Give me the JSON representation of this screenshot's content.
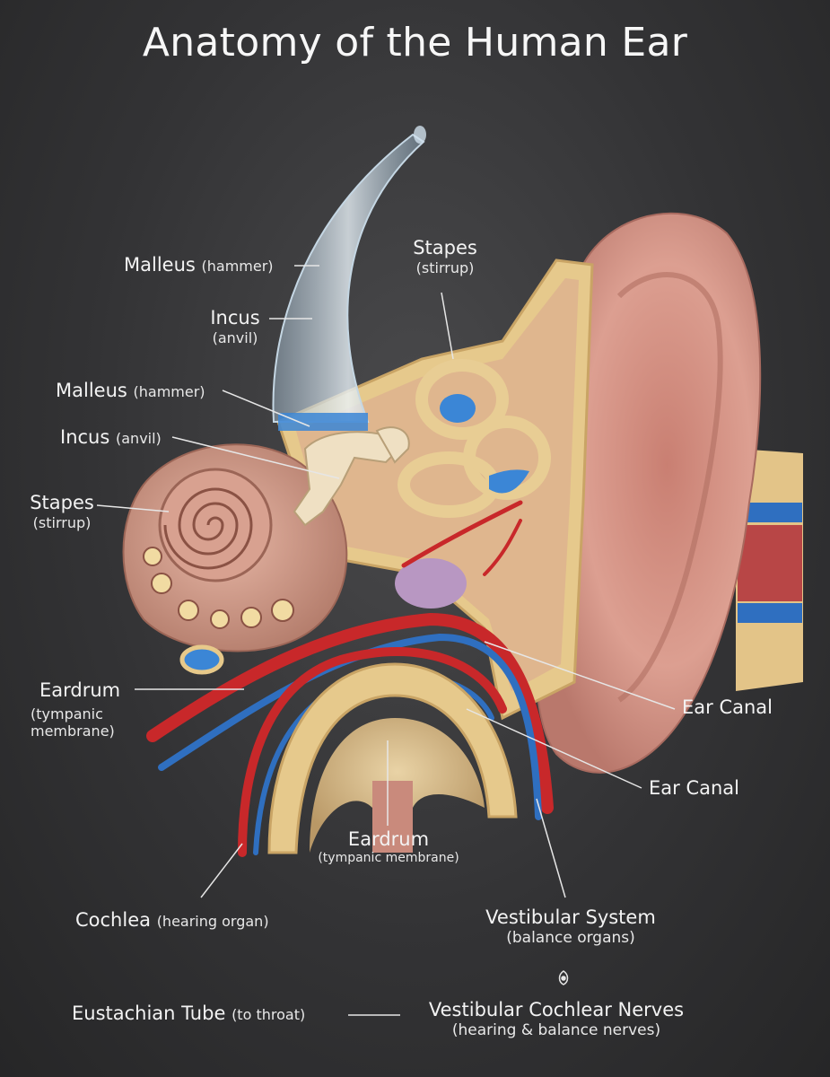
{
  "title": "Anatomy of the Human Ear",
  "labels": {
    "malleus_top": {
      "name": "Malleus",
      "sub": "(hammer)"
    },
    "incus_top": {
      "name": "Incus",
      "sub": "(anvil)"
    },
    "stapes_top": {
      "name": "Stapes",
      "sub": "(stirrup)"
    },
    "malleus_mid": {
      "name": "Malleus",
      "sub": "(hammer)"
    },
    "incus_mid": {
      "name": "Incus",
      "sub": "(anvil)"
    },
    "stapes_left": {
      "name": "Stapes",
      "sub": "(stirrup)"
    },
    "eardrum_left": {
      "name": "Eardrum",
      "sub1": "(tympanic",
      "sub2": "membrane)"
    },
    "ear_canal_1": {
      "name": "Ear Canal"
    },
    "ear_canal_2": {
      "name": "Ear Canal"
    },
    "eardrum_center": {
      "name": "Eardrum",
      "sub": "(tympanic membrane)"
    },
    "cochlea": {
      "name": "Cochlea",
      "sub": "(hearing organ)"
    },
    "vestibular_system": {
      "name": "Vestibular System",
      "sub": "(balance organs)"
    },
    "eustachian_tube": {
      "name": "Eustachian Tube",
      "sub": "(to throat)"
    },
    "vestibular_nerves": {
      "name": "Vestibular Cochlear Nerves",
      "sub": "(hearing & balance nerves)"
    }
  },
  "colors": {
    "background": "#333335",
    "skin": "#d99a8c",
    "bone": "#e8c98a",
    "artery": "#c8282a",
    "vein": "#2f6fc0",
    "leader_line": "#e6e6e6"
  },
  "icons": [
    "ornament-icon"
  ]
}
